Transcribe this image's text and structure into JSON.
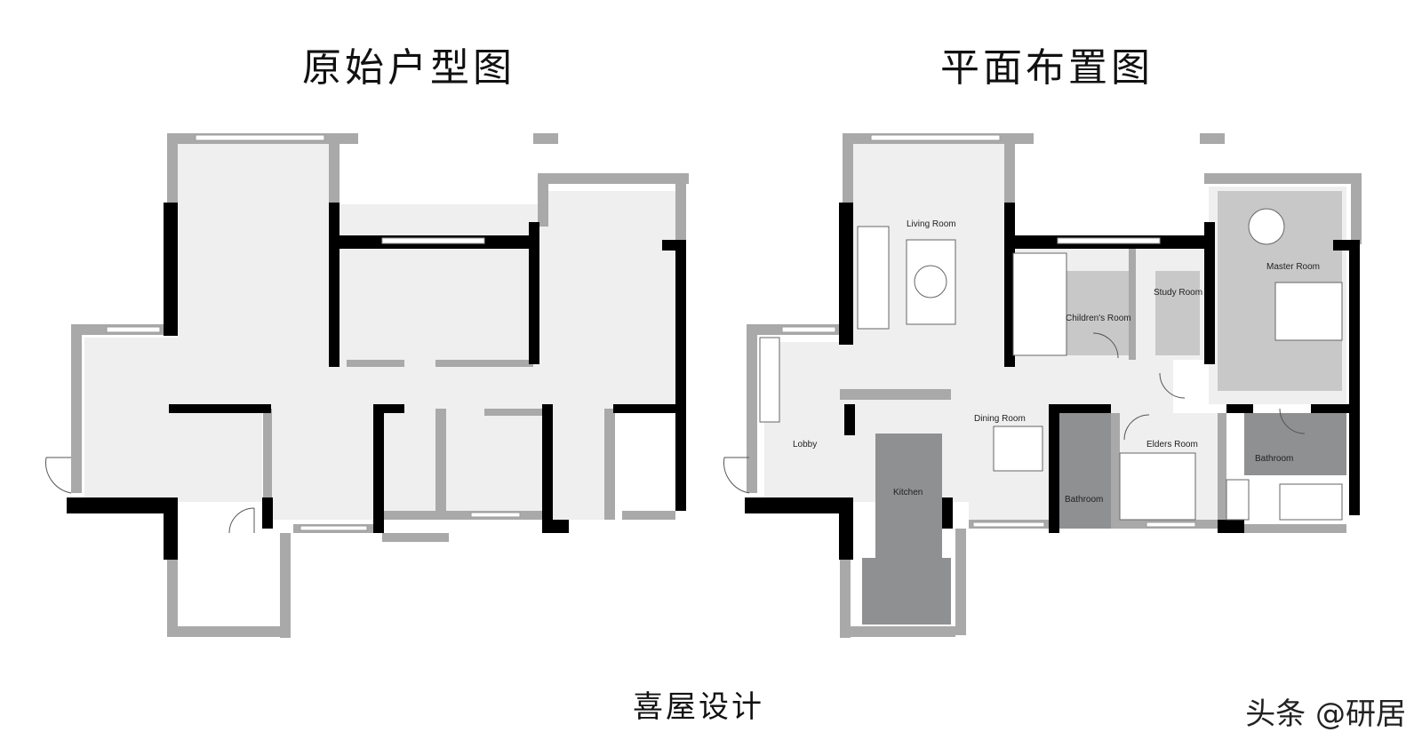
{
  "titles": {
    "original": "原始户型图",
    "layout": "平面布置图"
  },
  "caption": "喜屋设计",
  "watermark": "头条 @研居",
  "rooms": {
    "living": "Living Room",
    "children": "Children's Room",
    "study": "Study Room",
    "master": "Master Room",
    "lobby": "Lobby",
    "dining": "Dining Room",
    "kitchen": "Kitchen",
    "elders": "Elders Room",
    "bathroom1": "Bathroom",
    "bathroom2": "Bathroom"
  },
  "colors": {
    "wall": "#000000",
    "partition": "#a9a9a9",
    "floor_light": "#efefef",
    "floor_dark": "#8f9092"
  }
}
